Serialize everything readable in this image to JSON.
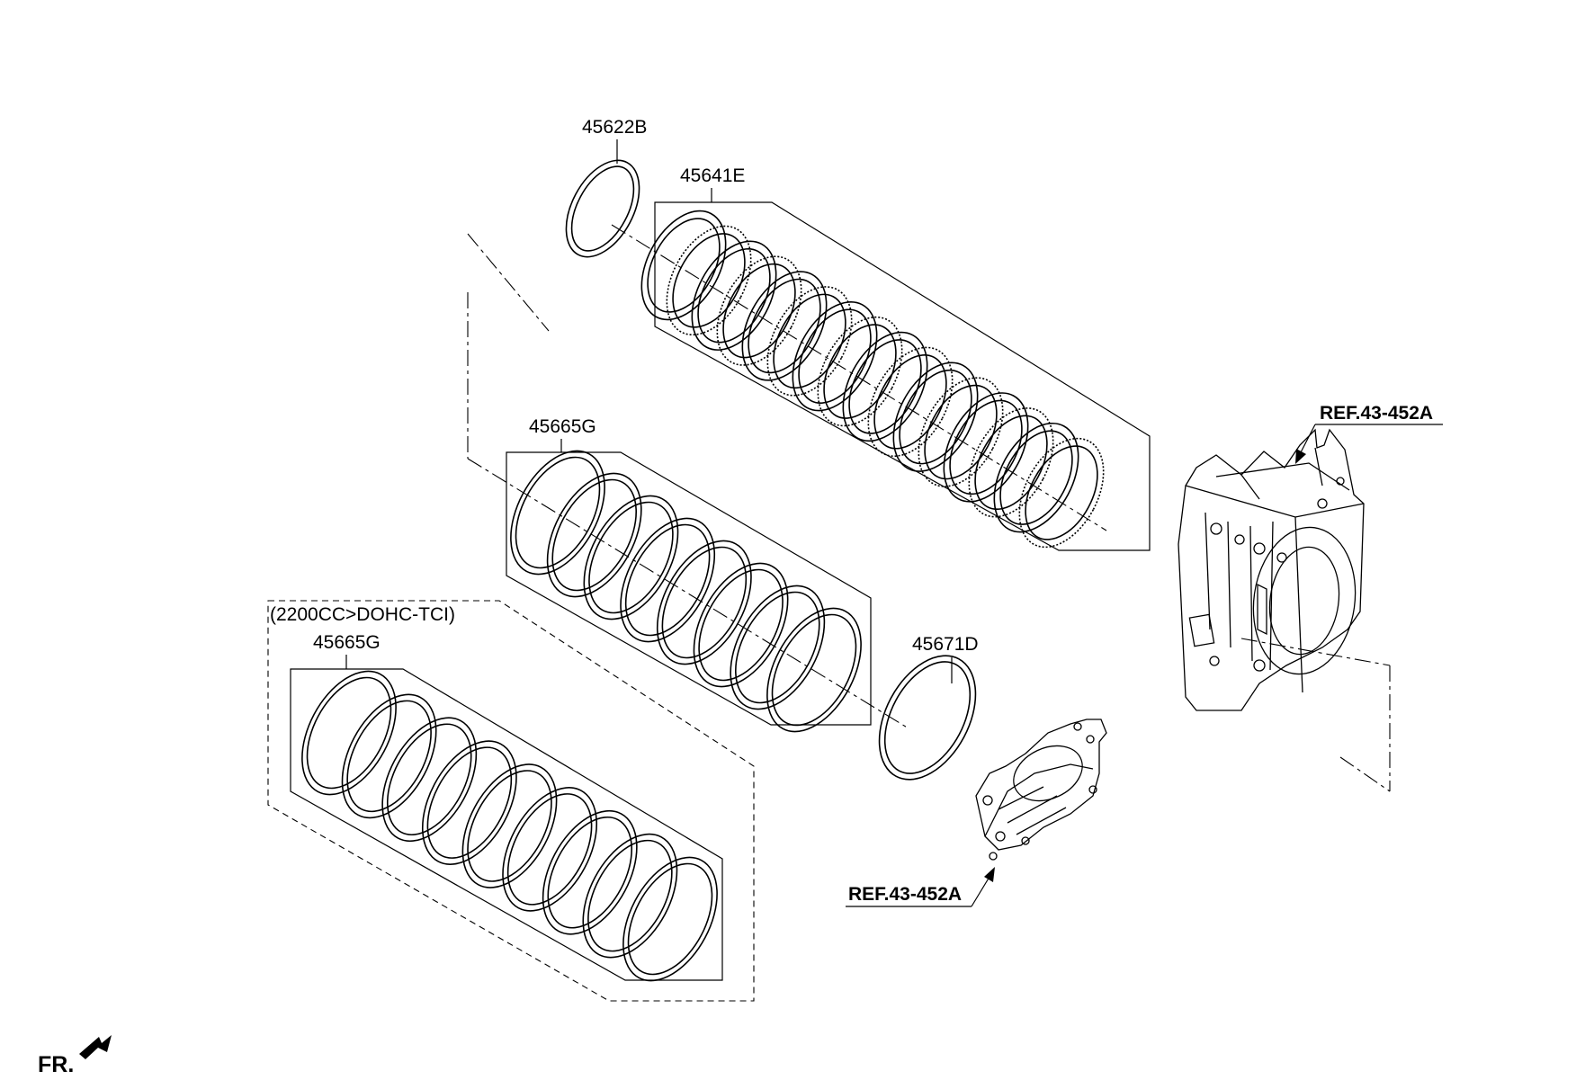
{
  "labels": {
    "ring_45622B": "45622B",
    "pack_45641E": "45641E",
    "pack_45665G_upper": "45665G",
    "variant_note": "(2200CC>DOHC-TCI)",
    "pack_45665G_lower": "45665G",
    "ring_45671D": "45671D",
    "ref_upper": "REF.43-452A",
    "ref_lower": "REF.43-452A",
    "front_marker": "FR."
  }
}
